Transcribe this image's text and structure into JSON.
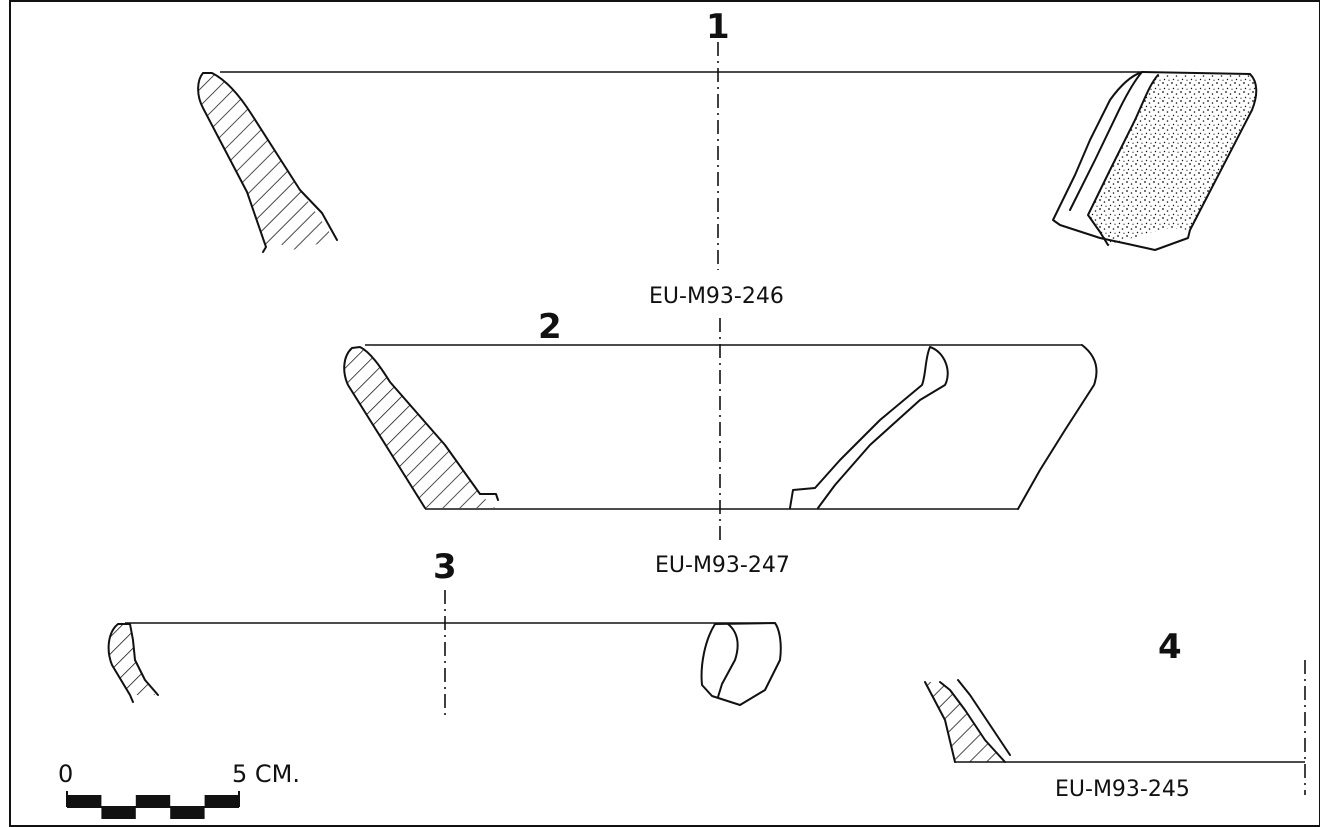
{
  "figures": [
    {
      "number": "1",
      "sample_id": "EU-M93-246"
    },
    {
      "number": "2",
      "sample_id": "EU-M93-247"
    },
    {
      "number": "3",
      "sample_id": ""
    },
    {
      "number": "4",
      "sample_id": "EU-M93-245"
    }
  ],
  "scale_bar": {
    "start_label": "0",
    "end_label": "5 CM.",
    "segments": 5
  },
  "colors": {
    "ink": "#111111",
    "paper": "#ffffff"
  }
}
